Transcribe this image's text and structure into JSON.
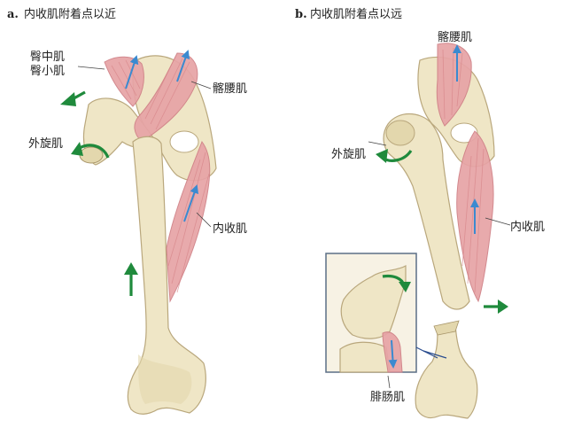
{
  "panel_a": {
    "letter": "a.",
    "title": "内收肌附着点以近",
    "labels": {
      "gluteus_medius": "臀中肌",
      "gluteus_minimus": "臀小肌",
      "iliopsoas": "髂腰肌",
      "external_rotators": "外旋肌",
      "adductors": "内收肌"
    }
  },
  "panel_b": {
    "letter": "b.",
    "title": "内收肌附着点以远",
    "labels": {
      "iliopsoas": "髂腰肌",
      "external_rotators": "外旋肌",
      "adductors": "内收肌",
      "gastrocnemius": "腓肠肌"
    }
  },
  "colors": {
    "bone": "#efe6c6",
    "muscle": "#e7a3a6",
    "force_arrow": "#1f8a3c",
    "muscle_direction_arrow": "#3b8ad0",
    "inset_border": "#5b6f86"
  }
}
